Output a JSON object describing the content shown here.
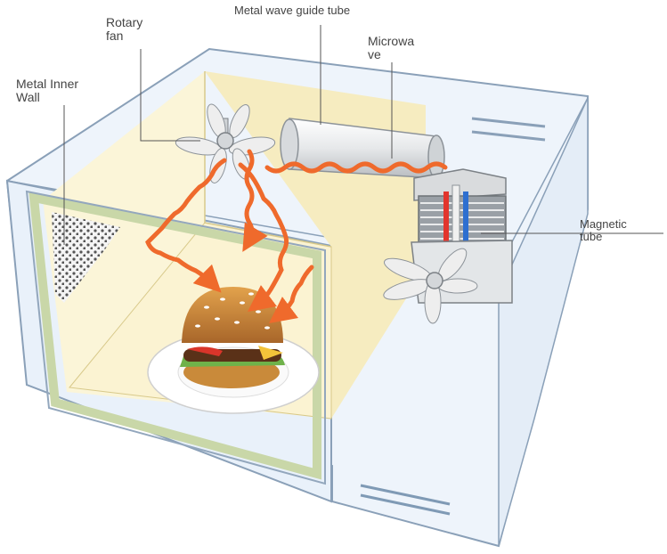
{
  "labels": {
    "rotary_fan": [
      "Rotary",
      "fan"
    ],
    "waveguide": "Metal wave guide tube",
    "microwave": [
      "Microwa",
      "ve"
    ],
    "metal_wall": [
      "Metal Inner",
      "Wall"
    ],
    "magnetic_tube": [
      "Magnetic",
      "tube"
    ]
  },
  "colors": {
    "oven_body": "#eef4fb",
    "oven_outline": "#8aa0b8",
    "cavity": "#fbf5d8",
    "cavity_wall": "#f6ecc0",
    "microwave_path": "#ef6a2c",
    "bun": "#c98a3a",
    "lettuce": "#6fb24a"
  }
}
